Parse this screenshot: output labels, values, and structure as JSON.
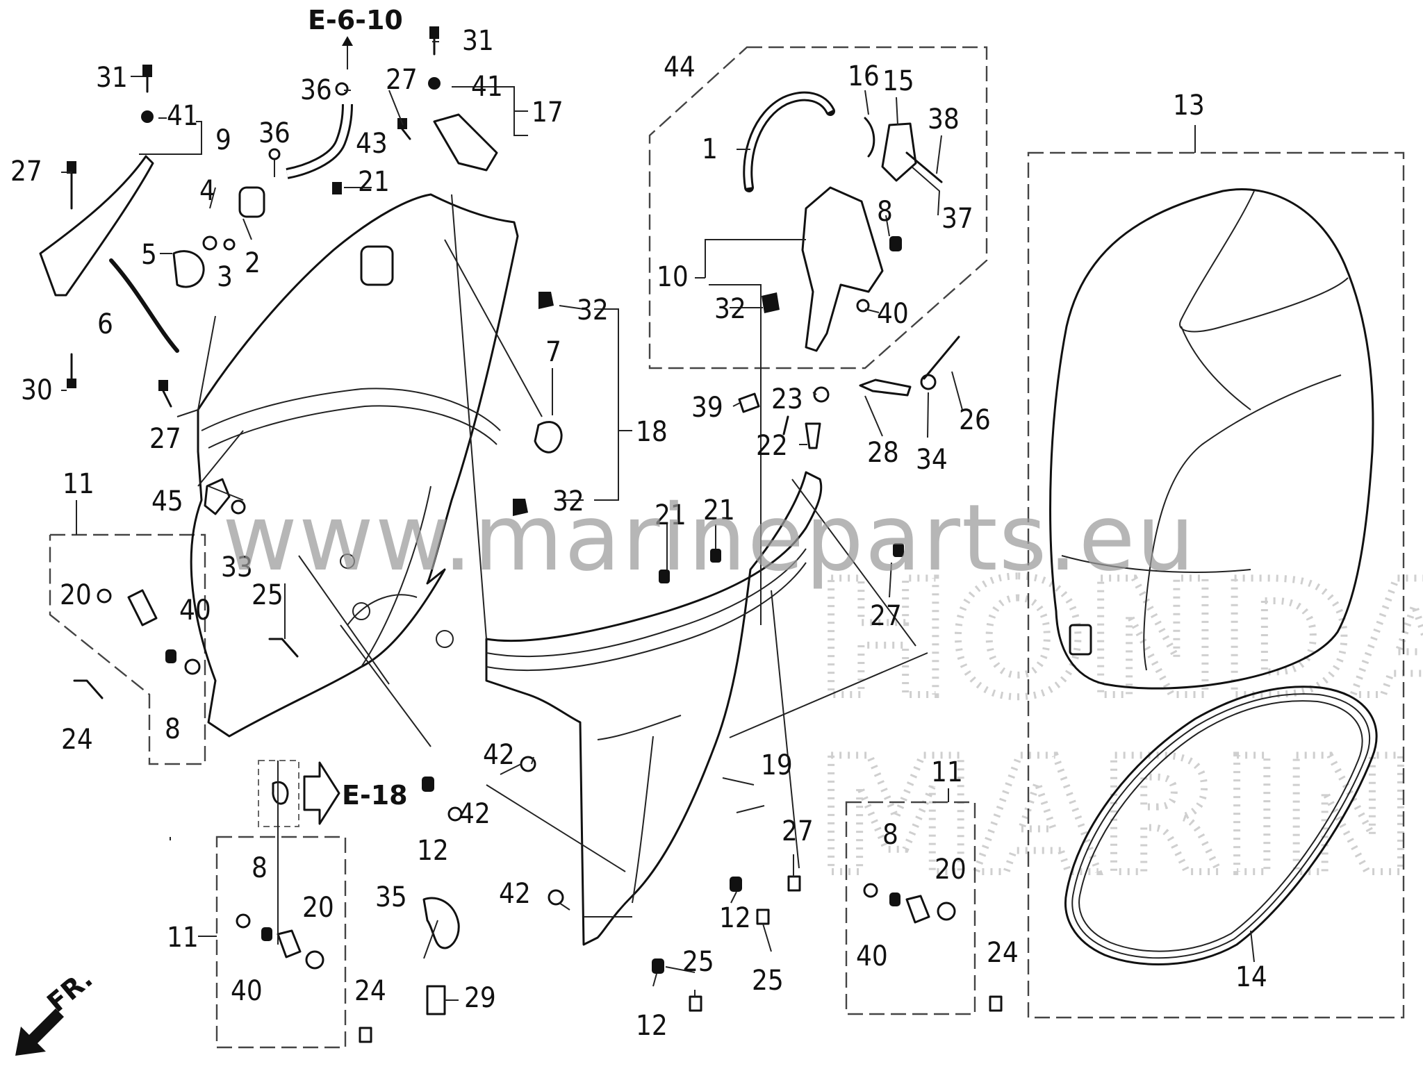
{
  "labels": [
    "1",
    "2",
    "3",
    "4",
    "5",
    "6",
    "7",
    "8",
    "9",
    "10",
    "11",
    "12",
    "13",
    "14",
    "15",
    "16",
    "17",
    "18",
    "19",
    "20",
    "21",
    "22",
    "23",
    "24",
    "25",
    "26",
    "27",
    "28",
    "29",
    "30",
    "31",
    "32",
    "33",
    "34",
    "35",
    "36",
    "37",
    "38",
    "39",
    "40",
    "41",
    "42",
    "43",
    "44",
    "45"
  ],
  "references": {
    "top": "E-6-10",
    "side": "E-18"
  },
  "direction": "FR.",
  "watermark": "www.marineparts.eu",
  "background_marks": [
    "HONDA",
    "MARINE"
  ]
}
